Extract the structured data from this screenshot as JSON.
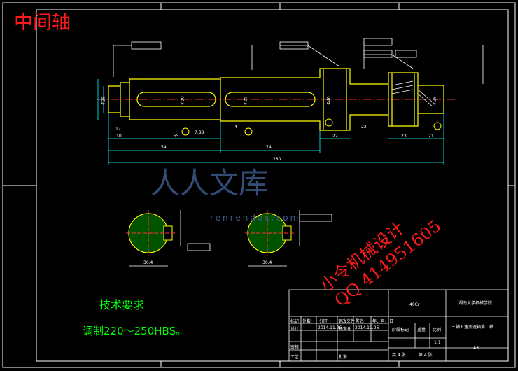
{
  "drawing": {
    "title": "中间轴",
    "tech_requirements_title": "技术要求",
    "tech_requirements_body": "调制220～250HBS。"
  },
  "dimensions": {
    "overall_length": "280",
    "seg_54": "54",
    "seg_74": "74",
    "seg_55": "55",
    "seg_10": "10",
    "seg_17": "17",
    "seg_22a": "22",
    "seg_22b": "22",
    "seg_23": "23",
    "seg_21": "21",
    "seg_4": "4",
    "seg_7": "7.88",
    "dia_a": "Φ28",
    "dia_b": "Φ30",
    "dia_c": "Φ35",
    "dia_d": "Φ40",
    "dia_e": "Φ28",
    "sect_a": "30.4",
    "sect_b": "30.4"
  },
  "title_block": {
    "material": "40Cr",
    "school": "湖南大学机械学院",
    "part_name": "三轴五速变速箱第二轴",
    "scale_label": "比例",
    "scale": "1:1",
    "sheet_total": "共 4 张",
    "sheet_no": "第 4 张",
    "size": "A3",
    "row_labels": [
      "标记",
      "处数",
      "分区",
      "更改文件号",
      "签名",
      "年、月、日"
    ],
    "designer_label": "设计",
    "checker_label": "审核",
    "process_label": "工艺",
    "standard_label": "标准化",
    "approve_label": "批准",
    "date1": "2014.11.26",
    "date2": "2014.11.26",
    "stage_label": "阶段标记",
    "weight_label": "重量"
  },
  "watermark": {
    "logo": "人人文库",
    "sub": "renrendoc.com",
    "line1": "小令机械设计",
    "line2": "QQ 414951605"
  },
  "colors": {
    "outline": "#ffffff",
    "geometry": "#ffff00",
    "center": "#ff3030",
    "dim": "#00ffff",
    "hatch": "#00ff00"
  }
}
